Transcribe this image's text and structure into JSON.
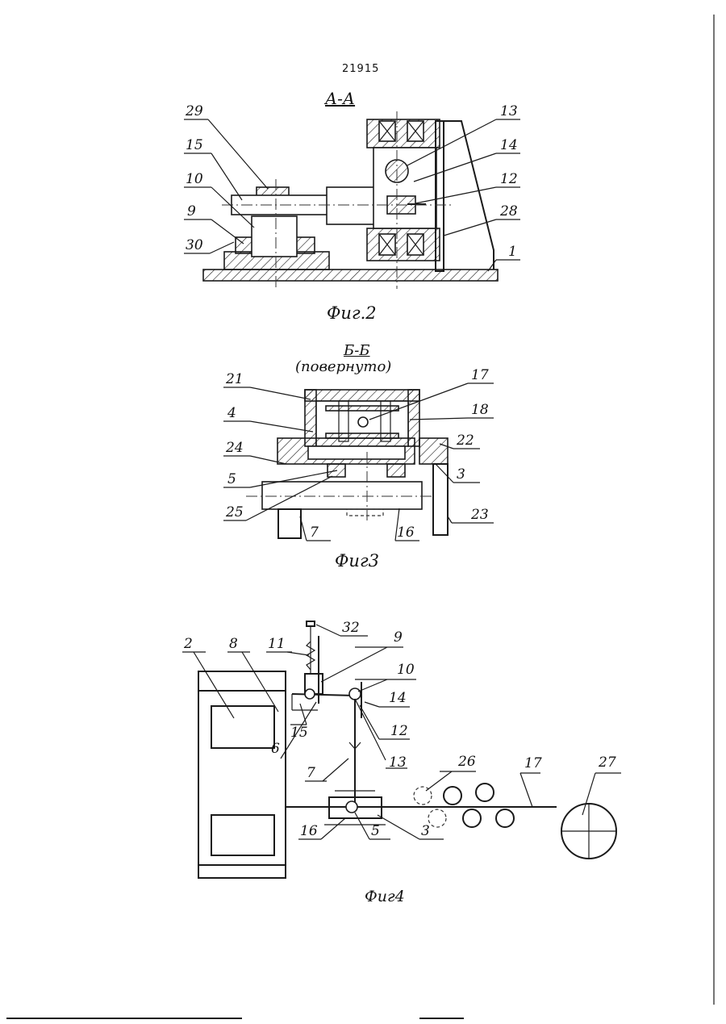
{
  "page_number": "21915",
  "fig2": {
    "section_title": "А-А",
    "caption": "Фиг.2",
    "labels": [
      "29",
      "15",
      "10",
      "9",
      "30",
      "13",
      "14",
      "12",
      "28",
      "1"
    ]
  },
  "fig3": {
    "section_title": "Б-Б",
    "section_note": "(повернуто)",
    "caption": "Фиг3",
    "labels": [
      "21",
      "4",
      "24",
      "5",
      "25",
      "7",
      "16",
      "17",
      "18",
      "22",
      "3",
      "23"
    ]
  },
  "fig4": {
    "caption": "Фиг4",
    "labels": [
      "2",
      "8",
      "11",
      "32",
      "9",
      "10",
      "14",
      "15",
      "6",
      "12",
      "13",
      "7",
      "26",
      "17",
      "27",
      "16",
      "5",
      "3"
    ]
  }
}
